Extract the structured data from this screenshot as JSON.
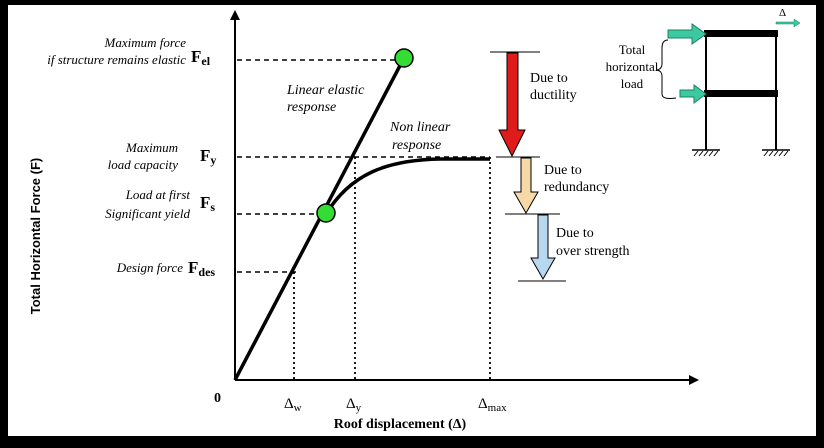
{
  "title": "",
  "axes": {
    "y_label": "Total Horizontal Force (F)",
    "x_label": "Roof displacement (Δ)",
    "origin_label": "0"
  },
  "force_levels": [
    {
      "desc_line1": "Maximum force",
      "desc_line2": "if structure remains elastic",
      "symbol": "F",
      "subscript": "el"
    },
    {
      "desc_line1": "Maximum",
      "desc_line2": "load capacity",
      "symbol": "F",
      "subscript": "y"
    },
    {
      "desc_line1": "Load at first",
      "desc_line2": "Significant yield",
      "symbol": "F",
      "subscript": "s"
    },
    {
      "desc_line1": "Design force",
      "desc_line2": "",
      "symbol": "F",
      "subscript": "des"
    }
  ],
  "displacements": [
    {
      "symbol": "Δ",
      "subscript": "w"
    },
    {
      "symbol": "Δ",
      "subscript": "y"
    },
    {
      "symbol": "Δ",
      "subscript": "max"
    }
  ],
  "curve_labels": {
    "linear_line1": "Linear elastic",
    "linear_line2": "response",
    "nonlinear_line1": "Non linear",
    "nonlinear_line2": "response"
  },
  "reduction_factors": [
    {
      "line1": "Due to",
      "line2": "ductility",
      "color": "#e01b1b"
    },
    {
      "line1": "Due to",
      "line2": "redundancy",
      "color": "#f7d9a8"
    },
    {
      "line1": "Due to",
      "line2": "over strength",
      "color": "#b8d8f0"
    }
  ],
  "inset": {
    "label_line1": "Total",
    "label_line2": "horizontal",
    "label_line3": "load",
    "delta_label": "Δ",
    "arrow_color": "#3cc9a0"
  },
  "colors": {
    "marker": "#33dd33",
    "curve": "#000000"
  }
}
